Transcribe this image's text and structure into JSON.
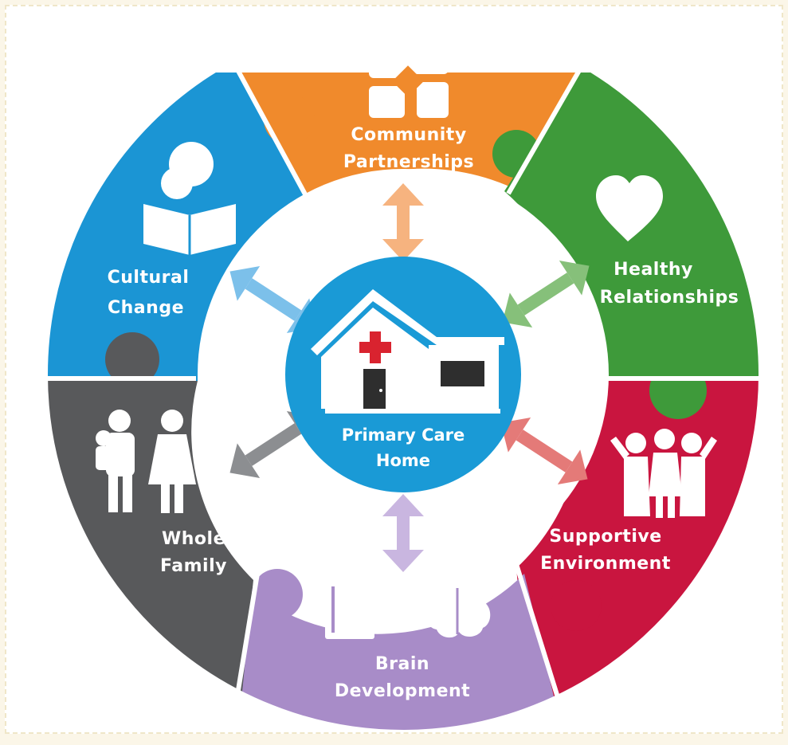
{
  "center": {
    "line1": "Primary Care",
    "line2": "Home",
    "color": "#1a9ad6"
  },
  "segments": [
    {
      "id": "community",
      "line1": "Community",
      "line2": "Partnerships",
      "color": "#f08a2c",
      "arrow_color": "#f6b37f",
      "icon": "hands-together-icon"
    },
    {
      "id": "healthy",
      "line1": "Healthy",
      "line2": "Relationships",
      "color": "#3e9a3a",
      "arrow_color": "#86c07a",
      "icon": "heart-icon"
    },
    {
      "id": "supportive",
      "line1": "Supportive",
      "line2": "Environment",
      "color": "#c9153f",
      "arrow_color": "#e47a78",
      "icon": "group-of-people-icon"
    },
    {
      "id": "brain",
      "line1": "Brain",
      "line2": "Development",
      "color": "#a88cc8",
      "arrow_color": "#c9b6e0",
      "icon": "book-plus-brain-icon"
    },
    {
      "id": "family",
      "line1": "Whole",
      "line2": "Family",
      "color": "#58595b",
      "arrow_color": "#8c8e91",
      "icon": "family-icon"
    },
    {
      "id": "cultural",
      "line1": "Cultural",
      "line2": "Change",
      "color": "#1b95d4",
      "arrow_color": "#7cc0ea",
      "icon": "reading-people-icon"
    }
  ]
}
